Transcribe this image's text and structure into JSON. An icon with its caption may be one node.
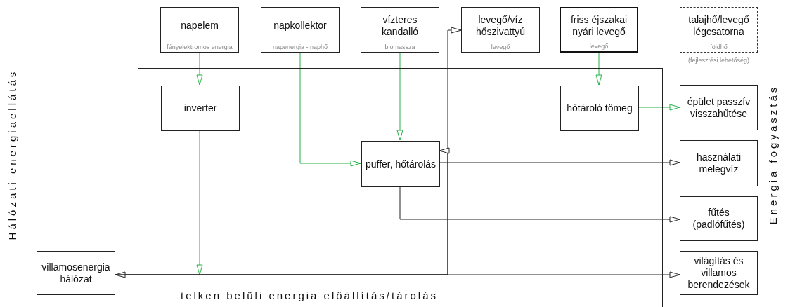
{
  "diagram": {
    "nodes": [
      {
        "text": [
          "telken belüli energia előállítás/tárolás"
        ]
      },
      {
        "text": [
          "napelem",
          "fényelektromos energia"
        ]
      },
      {
        "text": [
          "napkollektor",
          "napenergia - naphő"
        ]
      },
      {
        "text": [
          "vízteres kandalló",
          "biomassza"
        ]
      },
      {
        "text": [
          "levegő/víz hőszivattyú",
          "levegő"
        ]
      },
      {
        "text": [
          "friss éjszakai nyári levegő",
          "levegő"
        ]
      },
      {
        "text": [
          "talajhő/levegő légcsatorna",
          "földhő"
        ],
        "beside": [
          "(fejlesztési lehetőség)"
        ]
      },
      {
        "text": [
          "inverter"
        ],
        "in": 0
      },
      {
        "text": [
          "hőtároló tömeg"
        ],
        "in": 0
      },
      {
        "text": [
          "puffer, hőtárolás"
        ],
        "in": 0
      },
      {
        "text": [
          "épület passzív visszahűtése"
        ]
      },
      {
        "text": [
          "használati melegvíz"
        ]
      },
      {
        "text": [
          "fűtés (padlófűtés)"
        ]
      },
      {
        "text": [
          "villamosenergia hálózat"
        ]
      },
      {
        "text": [
          "világítás és villamos berendezések"
        ]
      }
    ],
    "edges": [
      {
        "from": 1,
        "to": 7,
        "arrow": "to"
      },
      {
        "from": 2,
        "to": 9,
        "arrow": "to"
      },
      {
        "from": 3,
        "to": 9,
        "arrow": "to"
      },
      {
        "from": 5,
        "to": 8,
        "arrow": "to"
      },
      {
        "from": 8,
        "to": 10,
        "arrow": "to"
      },
      {
        "from": 9,
        "to": 11,
        "arrow": "to",
        "color": "#222222"
      },
      {
        "from": 9,
        "to": 12,
        "arrow": "to",
        "color": "#222222"
      },
      {
        "from": 7,
        "to": null,
        "arrow": "to"
      },
      {
        "from": 13,
        "to": 14,
        "arrow": "both",
        "color": "#222222"
      },
      {
        "from": 13,
        "to": 4,
        "arrow": "to",
        "color": "#222222"
      },
      {
        "from": 13,
        "to": 9,
        "arrow": "to",
        "color": "#222222"
      }
    ],
    "labels": [
      "Hálózati energiaellátás",
      "Energia fogyasztás"
    ]
  }
}
